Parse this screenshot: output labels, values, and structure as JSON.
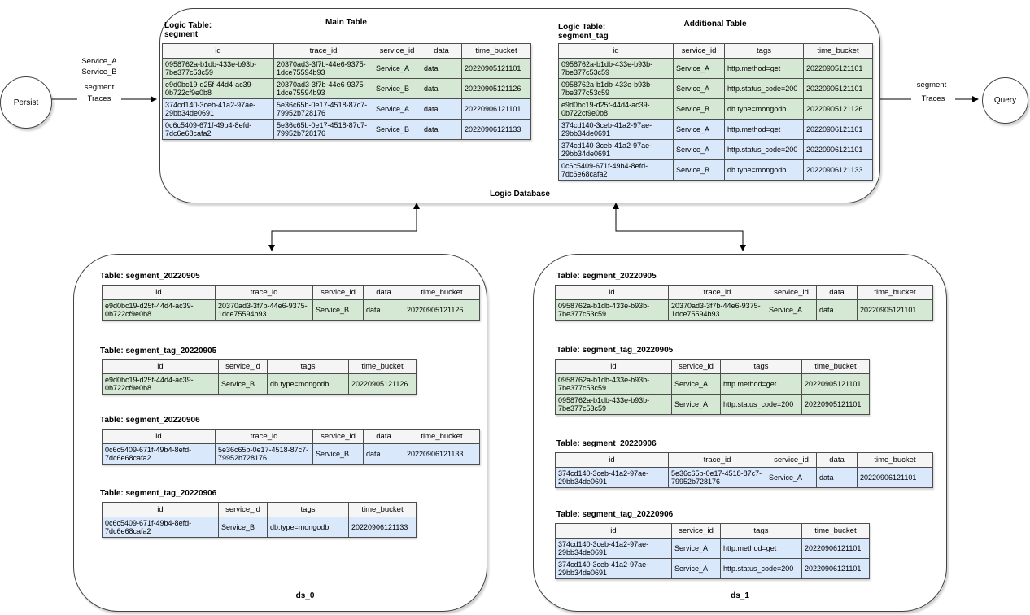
{
  "palette": {
    "green_row": "#d5e8d4",
    "blue_row": "#dae8fc",
    "header_bg": "#f5f5f5",
    "line": "#000000"
  },
  "nodes": {
    "persist": "Persist",
    "query": "Query"
  },
  "edges": {
    "persist_services": "Service_A\nService_B",
    "persist_segment": "segment",
    "persist_traces": "Traces",
    "query_segment": "segment",
    "query_traces": "Traces"
  },
  "logic_db": {
    "title": "Logic Database",
    "main": {
      "caption": "Main Table",
      "label": "Logic Table:\nsegment",
      "kind": "seg",
      "columns": [
        "id",
        "trace_id",
        "service_id",
        "data",
        "time_bucket"
      ],
      "rows": [
        {
          "tone": "green",
          "cells": [
            "0958762a-b1db-433e-b93b-7be377c53c59",
            "20370ad3-3f7b-44e6-9375-1dce75594b93",
            "Service_A",
            "data",
            "20220905121101"
          ]
        },
        {
          "tone": "green",
          "cells": [
            "e9d0bc19-d25f-44d4-ac39-0b722cf9e0b8",
            "20370ad3-3f7b-44e6-9375-1dce75594b93",
            "Service_B",
            "data",
            "20220905121126"
          ]
        },
        {
          "tone": "blue",
          "cells": [
            "374cd140-3ceb-41a2-97ae-29bb34de0691",
            "5e36c65b-0e17-4518-87c7-79952b728176",
            "Service_A",
            "data",
            "20220906121101"
          ]
        },
        {
          "tone": "blue",
          "cells": [
            "0c6c5409-671f-49b4-8efd-7dc6e68cafa2",
            "5e36c65b-0e17-4518-87c7-79952b728176",
            "Service_B",
            "data",
            "20220906121133"
          ]
        }
      ]
    },
    "additional": {
      "caption": "Additional Table",
      "label": "Logic Table:\nsegment_tag",
      "kind": "tag",
      "columns": [
        "id",
        "service_id",
        "tags",
        "time_bucket"
      ],
      "rows": [
        {
          "tone": "green",
          "cells": [
            "0958762a-b1db-433e-b93b-7be377c53c59",
            "Service_A",
            "http.method=get",
            "20220905121101"
          ]
        },
        {
          "tone": "green",
          "cells": [
            "0958762a-b1db-433e-b93b-7be377c53c59",
            "Service_A",
            "http.status_code=200",
            "20220905121101"
          ]
        },
        {
          "tone": "green",
          "cells": [
            "e9d0bc19-d25f-44d4-ac39-0b722cf9e0b8",
            "Service_B",
            "db.type=mongodb",
            "20220905121126"
          ]
        },
        {
          "tone": "blue",
          "cells": [
            "374cd140-3ceb-41a2-97ae-29bb34de0691",
            "Service_A",
            "http.method=get",
            "20220906121101"
          ]
        },
        {
          "tone": "blue",
          "cells": [
            "374cd140-3ceb-41a2-97ae-29bb34de0691",
            "Service_A",
            "http.status_code=200",
            "20220906121101"
          ]
        },
        {
          "tone": "blue",
          "cells": [
            "0c6c5409-671f-49b4-8efd-7dc6e68cafa2",
            "Service_B",
            "db.type=mongodb",
            "20220906121133"
          ]
        }
      ]
    }
  },
  "ds_0": {
    "title": "ds_0",
    "tables": [
      {
        "label": "Table: segment_20220905",
        "kind": "dseg",
        "columns": [
          "id",
          "trace_id",
          "service_id",
          "data",
          "time_bucket"
        ],
        "rows": [
          {
            "tone": "green",
            "cells": [
              "e9d0bc19-d25f-44d4-ac39-0b722cf9e0b8",
              "20370ad3-3f7b-44e6-9375-1dce75594b93",
              "Service_B",
              "data",
              "20220905121126"
            ]
          }
        ]
      },
      {
        "label": "Table: segment_tag_20220905",
        "kind": "dtag",
        "columns": [
          "id",
          "service_id",
          "tags",
          "time_bucket"
        ],
        "rows": [
          {
            "tone": "green",
            "cells": [
              "e9d0bc19-d25f-44d4-ac39-0b722cf9e0b8",
              "Service_B",
              "db.type=mongodb",
              "20220905121126"
            ]
          }
        ]
      },
      {
        "label": "Table: segment_20220906",
        "kind": "dseg",
        "columns": [
          "id",
          "trace_id",
          "service_id",
          "data",
          "time_bucket"
        ],
        "rows": [
          {
            "tone": "blue",
            "cells": [
              "0c6c5409-671f-49b4-8efd-7dc6e68cafa2",
              "5e36c65b-0e17-4518-87c7-79952b728176",
              "Service_B",
              "data",
              "20220906121133"
            ]
          }
        ]
      },
      {
        "label": "Table: segment_tag_20220906",
        "kind": "dtag",
        "columns": [
          "id",
          "service_id",
          "tags",
          "time_bucket"
        ],
        "rows": [
          {
            "tone": "blue",
            "cells": [
              "0c6c5409-671f-49b4-8efd-7dc6e68cafa2",
              "Service_B",
              "db.type=mongodb",
              "20220906121133"
            ]
          }
        ]
      }
    ]
  },
  "ds_1": {
    "title": "ds_1",
    "tables": [
      {
        "label": "Table: segment_20220905",
        "kind": "dseg",
        "columns": [
          "id",
          "trace_id",
          "service_id",
          "data",
          "time_bucket"
        ],
        "rows": [
          {
            "tone": "green",
            "cells": [
              "0958762a-b1db-433e-b93b-7be377c53c59",
              "20370ad3-3f7b-44e6-9375-1dce75594b93",
              "Service_A",
              "data",
              "20220905121101"
            ]
          }
        ]
      },
      {
        "label": "Table: segment_tag_20220905",
        "kind": "dtag",
        "columns": [
          "id",
          "service_id",
          "tags",
          "time_bucket"
        ],
        "rows": [
          {
            "tone": "green",
            "cells": [
              "0958762a-b1db-433e-b93b-7be377c53c59",
              "Service_A",
              "http.method=get",
              "20220905121101"
            ]
          },
          {
            "tone": "green",
            "cells": [
              "0958762a-b1db-433e-b93b-7be377c53c59",
              "Service_A",
              "http.status_code=200",
              "20220905121101"
            ]
          }
        ]
      },
      {
        "label": "Table: segment_20220906",
        "kind": "dseg",
        "columns": [
          "id",
          "trace_id",
          "service_id",
          "data",
          "time_bucket"
        ],
        "rows": [
          {
            "tone": "blue",
            "cells": [
              "374cd140-3ceb-41a2-97ae-29bb34de0691",
              "5e36c65b-0e17-4518-87c7-79952b728176",
              "Service_A",
              "data",
              "20220906121101"
            ]
          }
        ]
      },
      {
        "label": "Table: segment_tag_20220906",
        "kind": "dtag",
        "columns": [
          "id",
          "service_id",
          "tags",
          "time_bucket"
        ],
        "rows": [
          {
            "tone": "blue",
            "cells": [
              "374cd140-3ceb-41a2-97ae-29bb34de0691",
              "Service_A",
              "http.method=get",
              "20220906121101"
            ]
          },
          {
            "tone": "blue",
            "cells": [
              "374cd140-3ceb-41a2-97ae-29bb34de0691",
              "Service_A",
              "http.status_code=200",
              "20220906121101"
            ]
          }
        ]
      }
    ]
  }
}
